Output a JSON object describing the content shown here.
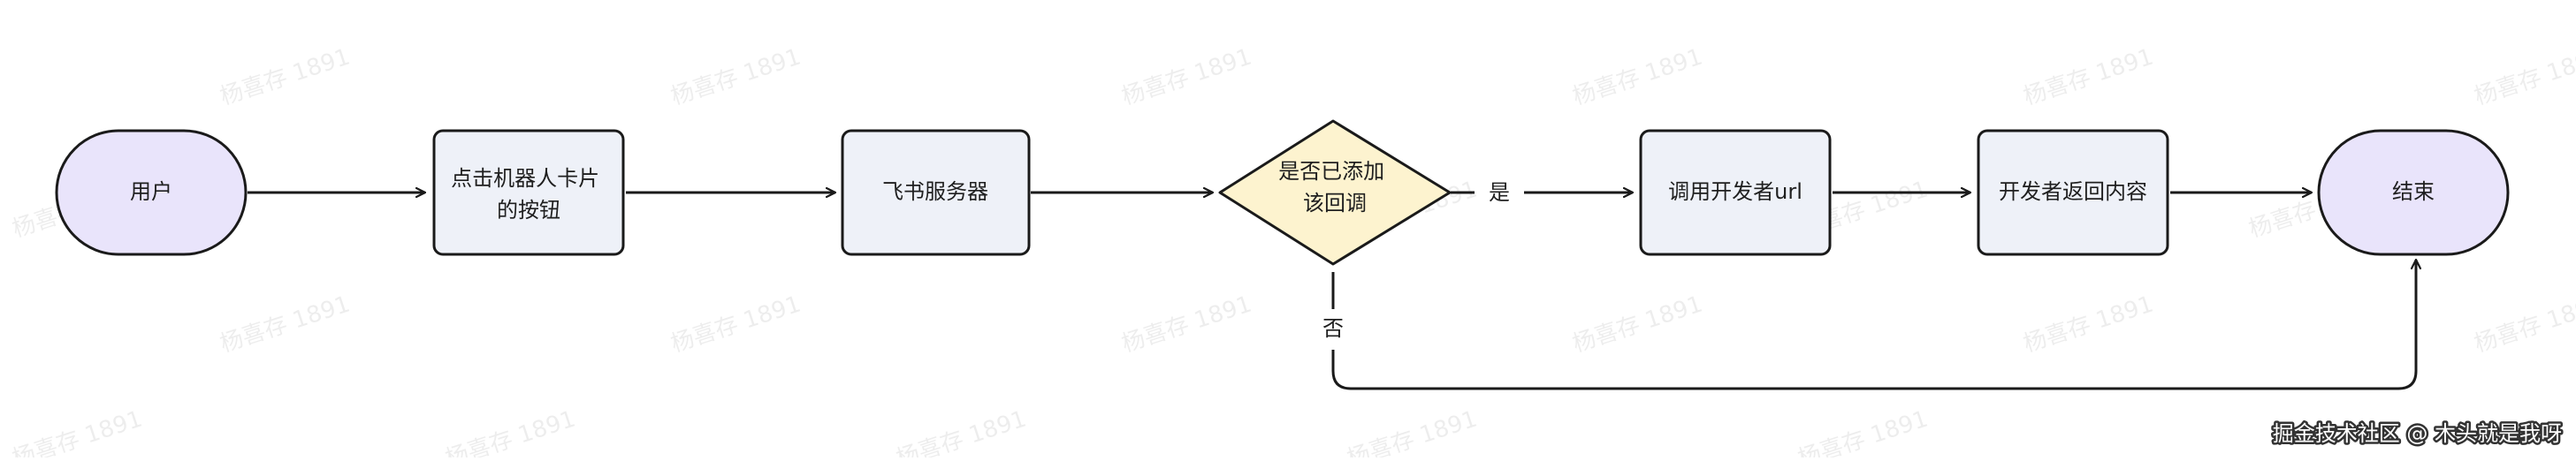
{
  "diagram": {
    "nodes": {
      "user": {
        "label": [
          "用户"
        ]
      },
      "click_card": {
        "label": [
          "点击机器人卡片",
          "的按钮"
        ]
      },
      "feishu_server": {
        "label": [
          "飞书服务器"
        ]
      },
      "decision": {
        "label": [
          "是否已添加",
          "该回调"
        ]
      },
      "call_url": {
        "label": [
          "调用开发者url"
        ]
      },
      "dev_return": {
        "label": [
          "开发者返回内容"
        ]
      },
      "end": {
        "label": [
          "结束"
        ]
      }
    },
    "edges": {
      "yes_label": "是",
      "no_label": "否"
    }
  },
  "watermark": {
    "text": "杨喜存 1891"
  },
  "footer": {
    "text": "掘金技术社区 @ 木头就是我呀"
  },
  "colors": {
    "terminal_fill": "#E9E4FB",
    "process_fill": "#EEF1F8",
    "decision_fill": "#FDF3CF",
    "stroke": "#1A1A1A"
  }
}
